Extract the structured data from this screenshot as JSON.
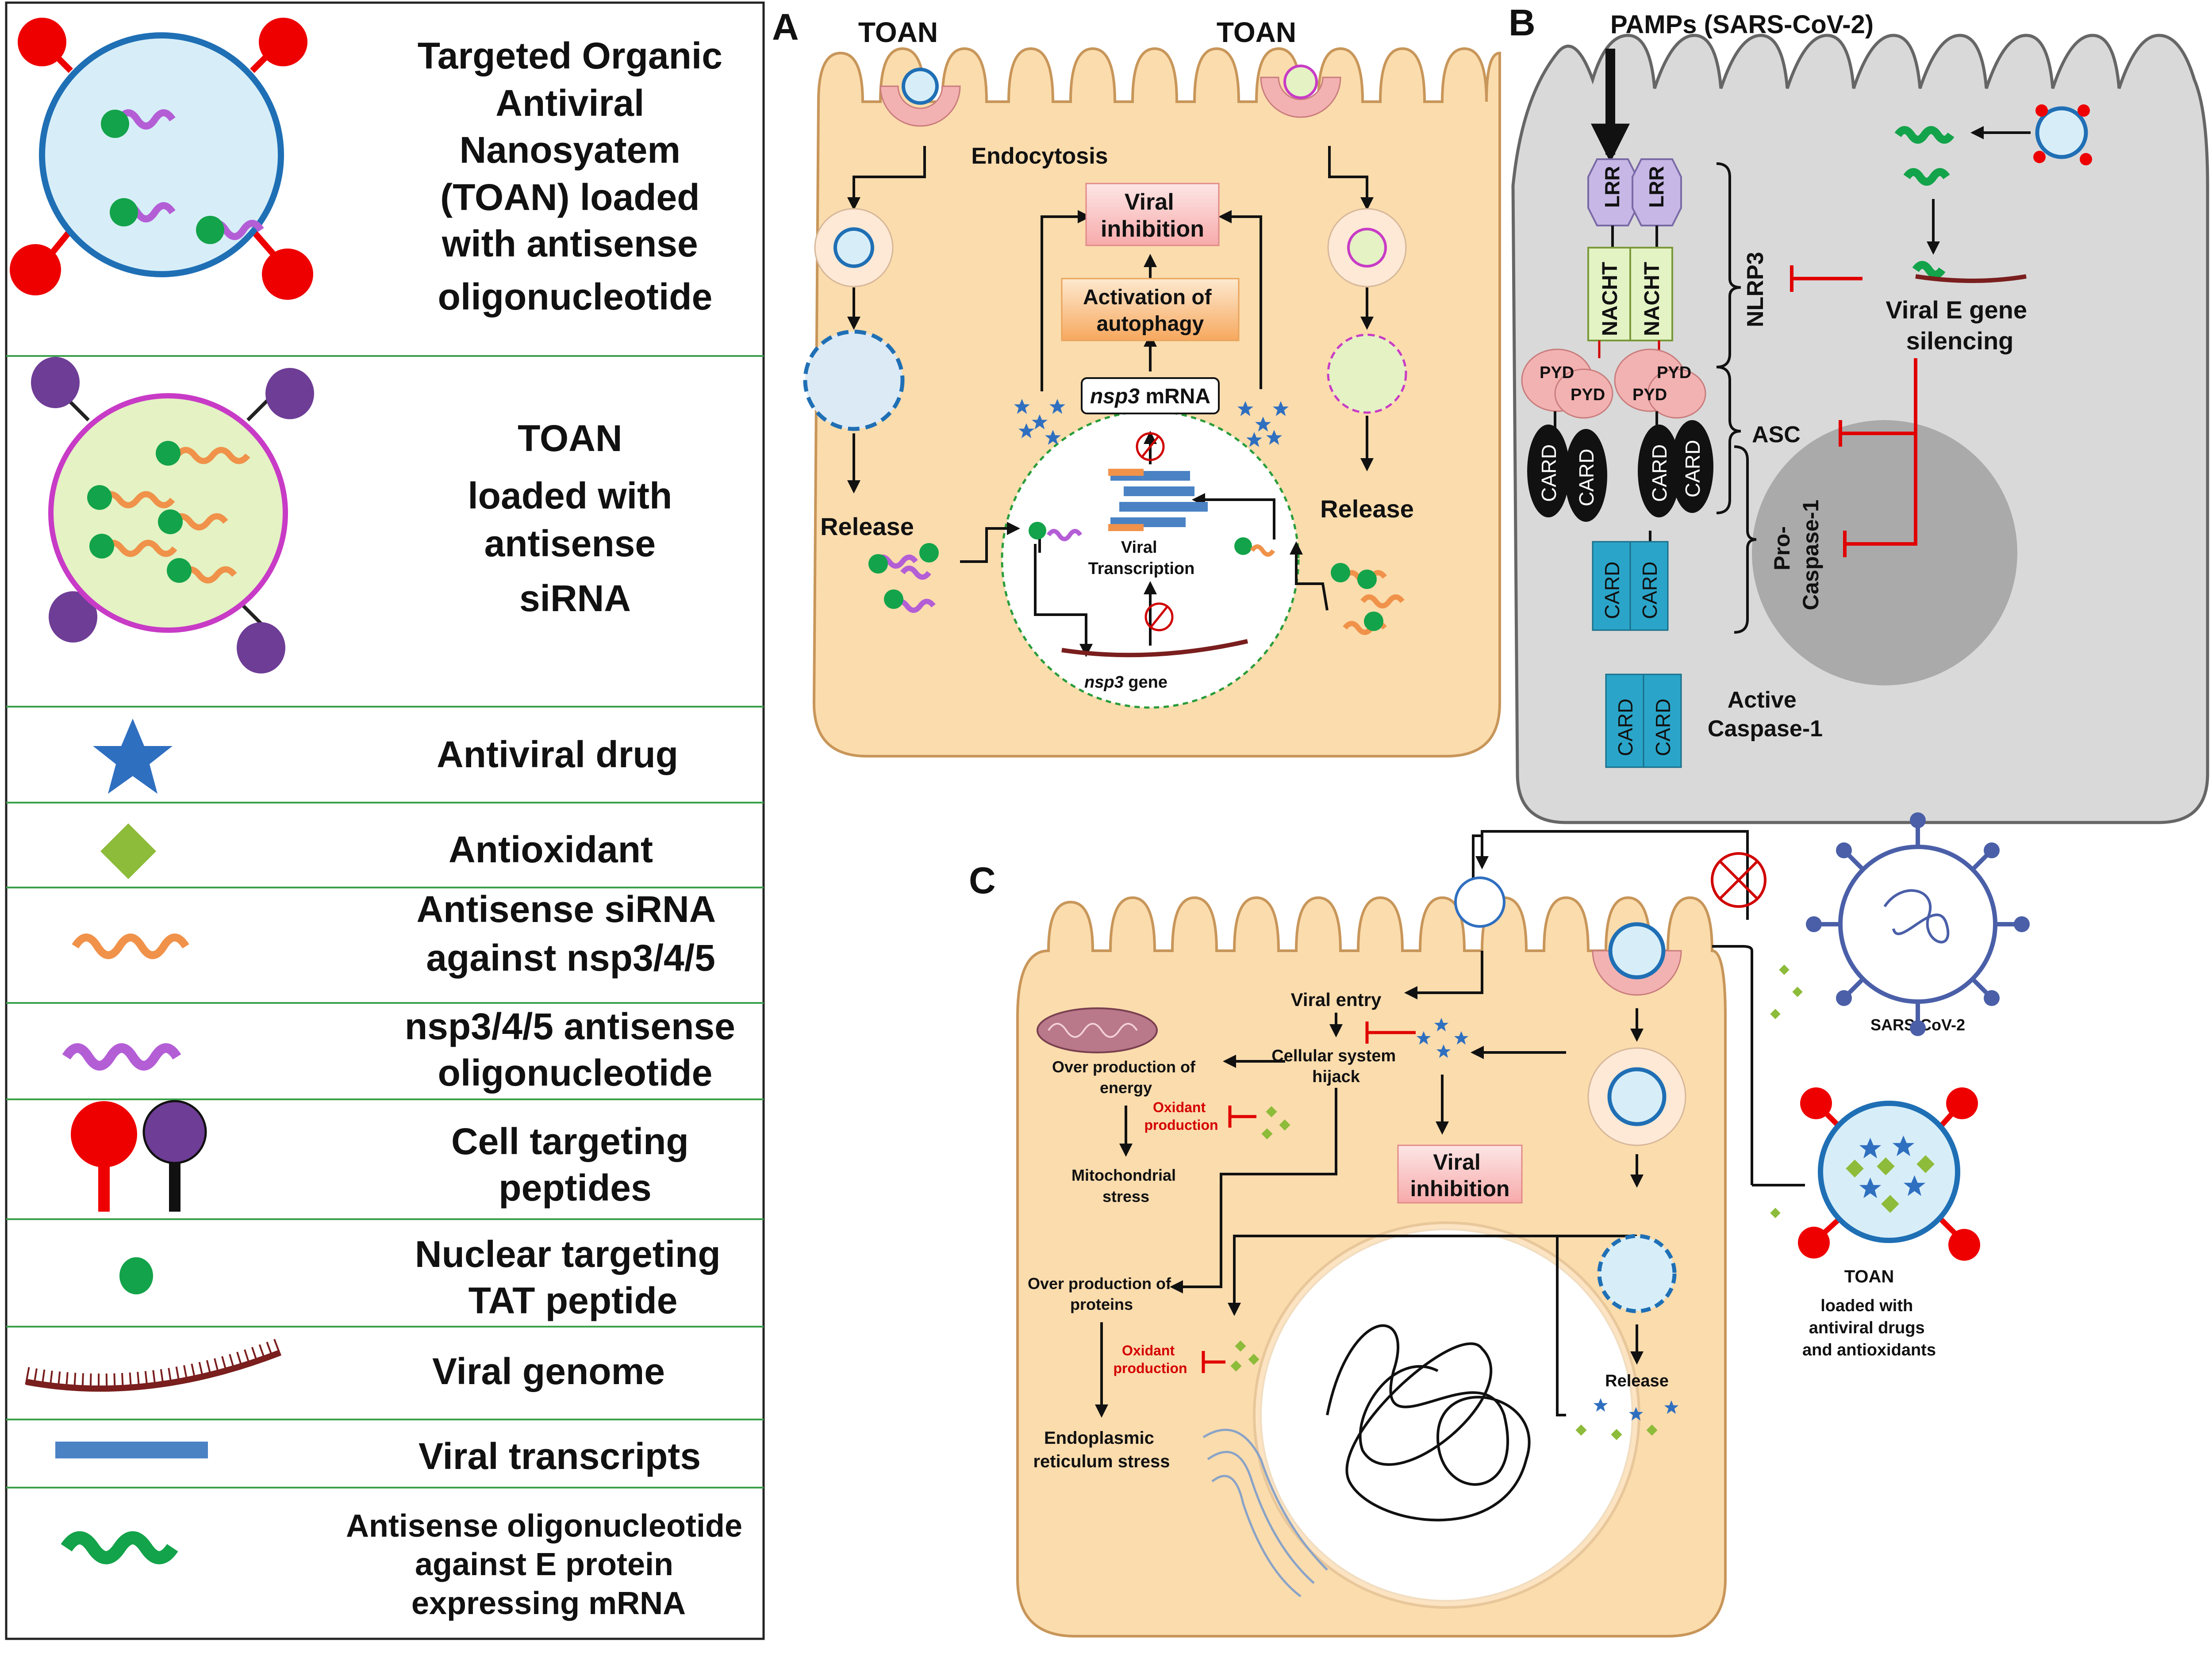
{
  "legend": {
    "toan_ason": [
      "Targeted Organic",
      "Antiviral",
      "Nanosyatem",
      "(TOAN) loaded",
      "with antisense",
      "oligonucleotide"
    ],
    "toan_sirna": [
      "TOAN",
      "loaded with",
      "antisense",
      "siRNA"
    ],
    "antiviral_drug": "Antiviral drug",
    "antioxidant": "Antioxidant",
    "antisense_sirna": [
      "Antisense siRNA",
      "against nsp3/4/5"
    ],
    "nsp_antisense": [
      "nsp3/4/5 antisense",
      "oligonucleotide"
    ],
    "cell_targeting": [
      "Cell targeting",
      "peptides"
    ],
    "nuclear_targeting": [
      "Nuclear targeting",
      "TAT peptide"
    ],
    "viral_genome": "Viral genome",
    "viral_transcripts": "Viral transcripts",
    "antisense_e": [
      "Antisense oligonucleotide",
      "against E protein",
      "expressing mRNA"
    ]
  },
  "panelA": {
    "letter": "A",
    "toan_left": "TOAN",
    "toan_right": "TOAN",
    "endocytosis": "Endocytosis",
    "viral_inhibition": [
      "Viral",
      "inhibition"
    ],
    "activation": [
      "Activation of",
      "autophagy"
    ],
    "nsp3_mrna_italic": "nsp3",
    "nsp3_mrna_rest": " mRNA",
    "release_left": "Release",
    "release_right": "Release",
    "viral_transcription": [
      "Viral",
      "Transcription"
    ],
    "nsp3_gene_italic": "nsp3",
    "nsp3_gene_rest": " gene"
  },
  "panelB": {
    "letter": "B",
    "pamps": "PAMPs (SARS-CoV-2)",
    "lrr": "LRR",
    "nacht": "NACHT",
    "pyd": "PYD",
    "card": "CARD",
    "nlrp3": "NLRP3",
    "asc": "ASC",
    "pro_caspase": [
      "Pro-",
      "Caspase-1"
    ],
    "silencing": [
      "Viral E gene",
      "silencing"
    ],
    "active_caspase": [
      "Active",
      "Caspase-1"
    ]
  },
  "panelC": {
    "letter": "C",
    "viral_entry": "Viral entry",
    "hijack": [
      "Cellular system",
      "hijack"
    ],
    "overprod_energy": [
      "Over production of",
      "energy"
    ],
    "oxidant": [
      "Oxidant",
      "production"
    ],
    "mito_stress": [
      "Mitochondrial",
      "stress"
    ],
    "viral_inhibition": [
      "Viral",
      "inhibition"
    ],
    "overprod_proteins": [
      "Over production of",
      "proteins"
    ],
    "er_stress": [
      "Endoplasmic",
      "reticulum stress"
    ],
    "release": "Release",
    "sars": "SARS-CoV-2",
    "toan_caption": [
      "TOAN",
      "loaded with",
      "antiviral drugs",
      "and antioxidants"
    ]
  },
  "colors": {
    "cell": "#fbdcad",
    "cell_border": "#c8965a",
    "gray_cell": "#d9d9d9",
    "red_peptide": "#ee0000",
    "purple_peptide": "#6e3d96",
    "blue_ring": "#1f6fb5",
    "green": "#13a34a",
    "orange_sirna": "#f0924a",
    "violet_oligo": "#b45ed6",
    "card_black": "#111111",
    "card_blue": "#2aa5c9",
    "inhibit_red": "#e00000"
  }
}
